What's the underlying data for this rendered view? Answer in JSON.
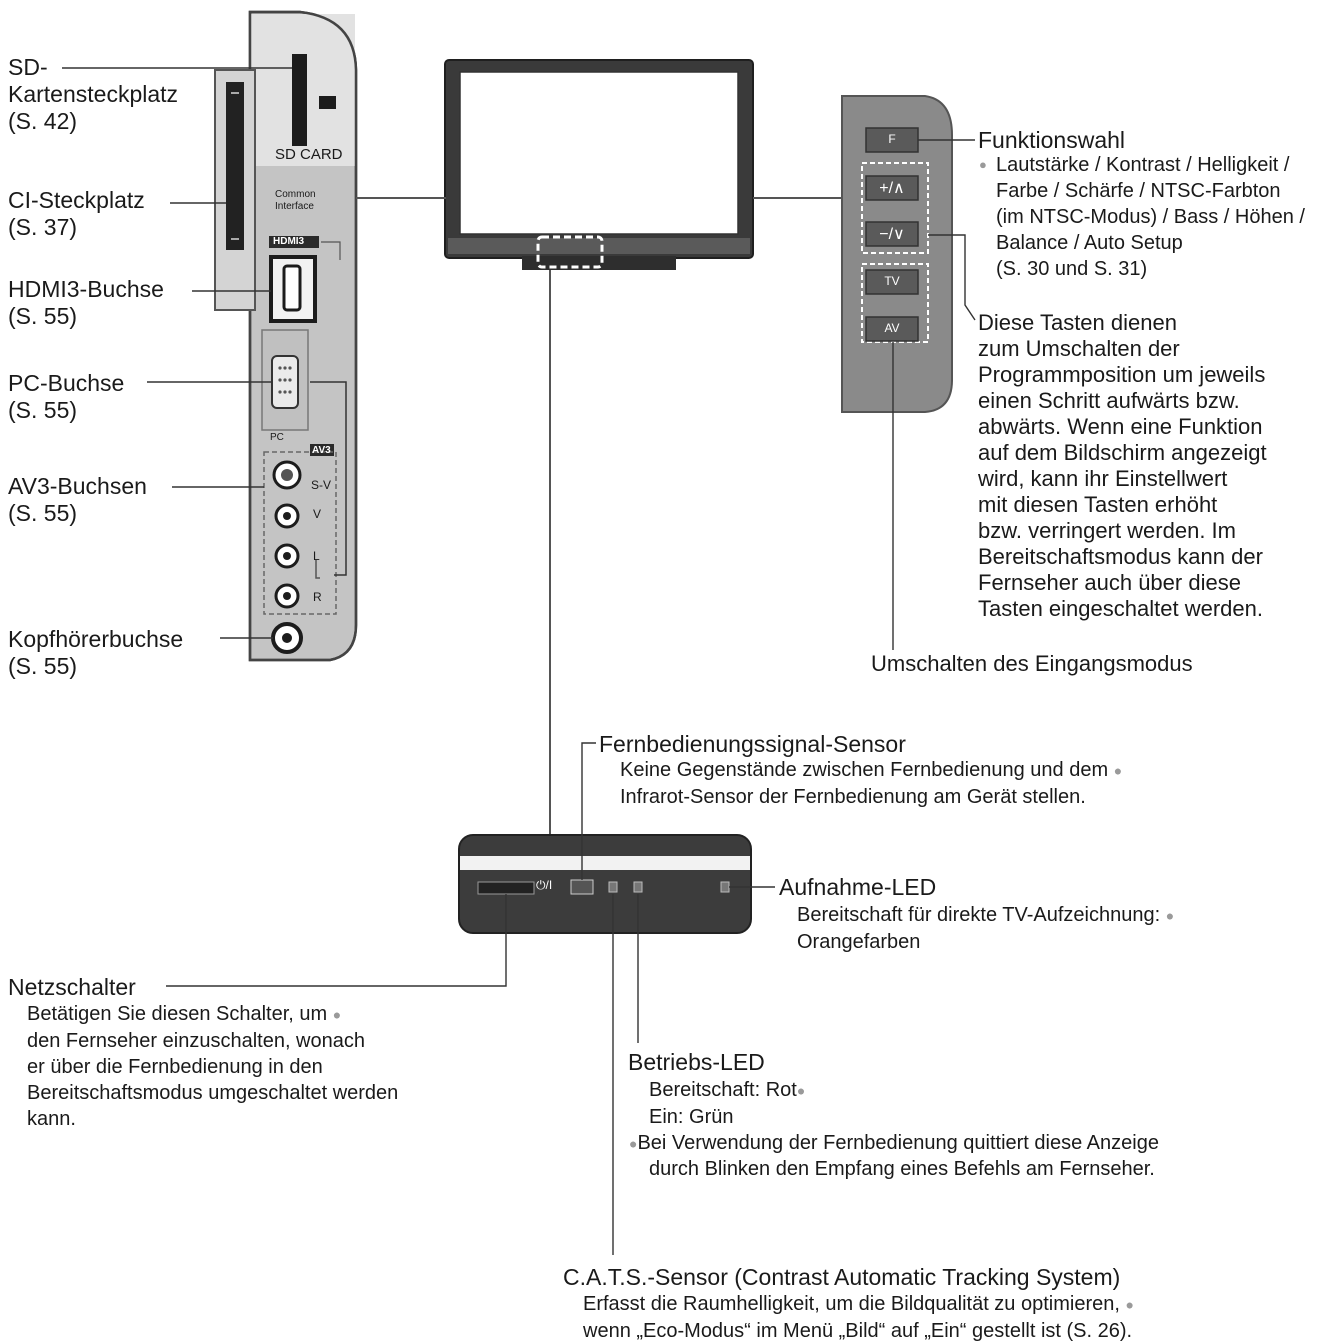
{
  "left_panel": {
    "sd": {
      "title": "SD-",
      "line2": "Kartensteckplatz",
      "page": "(S. 42)"
    },
    "ci": {
      "title": "CI-Steckplatz",
      "page": "(S. 37)"
    },
    "hdmi": {
      "title": "HDMI3-Buchse",
      "page": "(S. 55)"
    },
    "pc": {
      "title": "PC-Buchse",
      "page": "(S. 55)"
    },
    "av3": {
      "title": "AV3-Buchsen",
      "page": "(S. 55)"
    },
    "phones": {
      "title": "Kopfhörerbuchse",
      "page": "(S. 55)"
    },
    "panel_labels": {
      "sd_card": "SD CARD",
      "ci_line1": "Common",
      "ci_line2": "Interface",
      "hdmi3": "HDMI3",
      "pc": "PC",
      "av3": "AV3",
      "sv": "S-V",
      "v": "V",
      "l": "L",
      "r": "R"
    }
  },
  "side_panel": {
    "btn_f": "F",
    "btn_up": "+/∧",
    "btn_down": "−/∨",
    "btn_tv": "TV",
    "btn_av": "AV",
    "funktion": {
      "title": "Funktionswahl",
      "lines": [
        "Lautstärke / Kontrast / Helligkeit /",
        "Farbe / Schärfe / NTSC-Farbton",
        "(im NTSC-Modus) / Bass / Höhen /",
        "Balance / Auto Setup",
        "(S. 30 und S. 31)"
      ]
    },
    "tasten": {
      "lines": [
        "Diese Tasten dienen",
        "zum Umschalten der",
        "Programmposition um jeweils",
        "einen Schritt aufwärts bzw.",
        "abwärts. Wenn eine Funktion",
        "auf dem Bildschirm angezeigt",
        "wird, kann ihr Einstellwert",
        "mit diesen Tasten erhöht",
        "bzw. verringert werden. Im",
        "Bereitschaftsmodus kann der",
        "Fernseher auch über diese",
        "Tasten eingeschaltet werden."
      ]
    },
    "eingang": "Umschalten des Eingangsmodus"
  },
  "bottom": {
    "power_symbol": "⏻/I",
    "sensor": {
      "title": "Fernbedienungssignal-Sensor",
      "lines": [
        "Keine Gegenstände zwischen Fernbedienung und dem",
        "Infrarot-Sensor der Fernbedienung am Gerät stellen."
      ]
    },
    "aufnahme": {
      "title": "Aufnahme-LED",
      "lines": [
        "Bereitschaft für direkte TV-Aufzeichnung:",
        "Orangefarben"
      ]
    },
    "netz": {
      "title": "Netzschalter",
      "lines": [
        "Betätigen Sie diesen Schalter, um",
        "den Fernseher einzuschalten, wonach",
        "er über die Fernbedienung in den",
        "Bereitschaftsmodus umgeschaltet werden",
        "kann."
      ]
    },
    "betrieb": {
      "title": "Betriebs-LED",
      "line1": "Bereitschaft: Rot",
      "line2": "Ein: Grün",
      "line3": "Bei Verwendung der Fernbedienung quittiert diese Anzeige",
      "line4": "durch Blinken den Empfang eines Befehls am Fernseher."
    },
    "cats": {
      "title": "C.A.T.S.-Sensor (Contrast Automatic Tracking System)",
      "lines": [
        "Erfasst die Raumhelligkeit, um die Bildqualität zu optimieren,",
        "wenn „Eco-Modus“ im Menü „Bild“ auf „Ein“ gestellt ist (S. 26)."
      ]
    }
  },
  "bullet": "●"
}
